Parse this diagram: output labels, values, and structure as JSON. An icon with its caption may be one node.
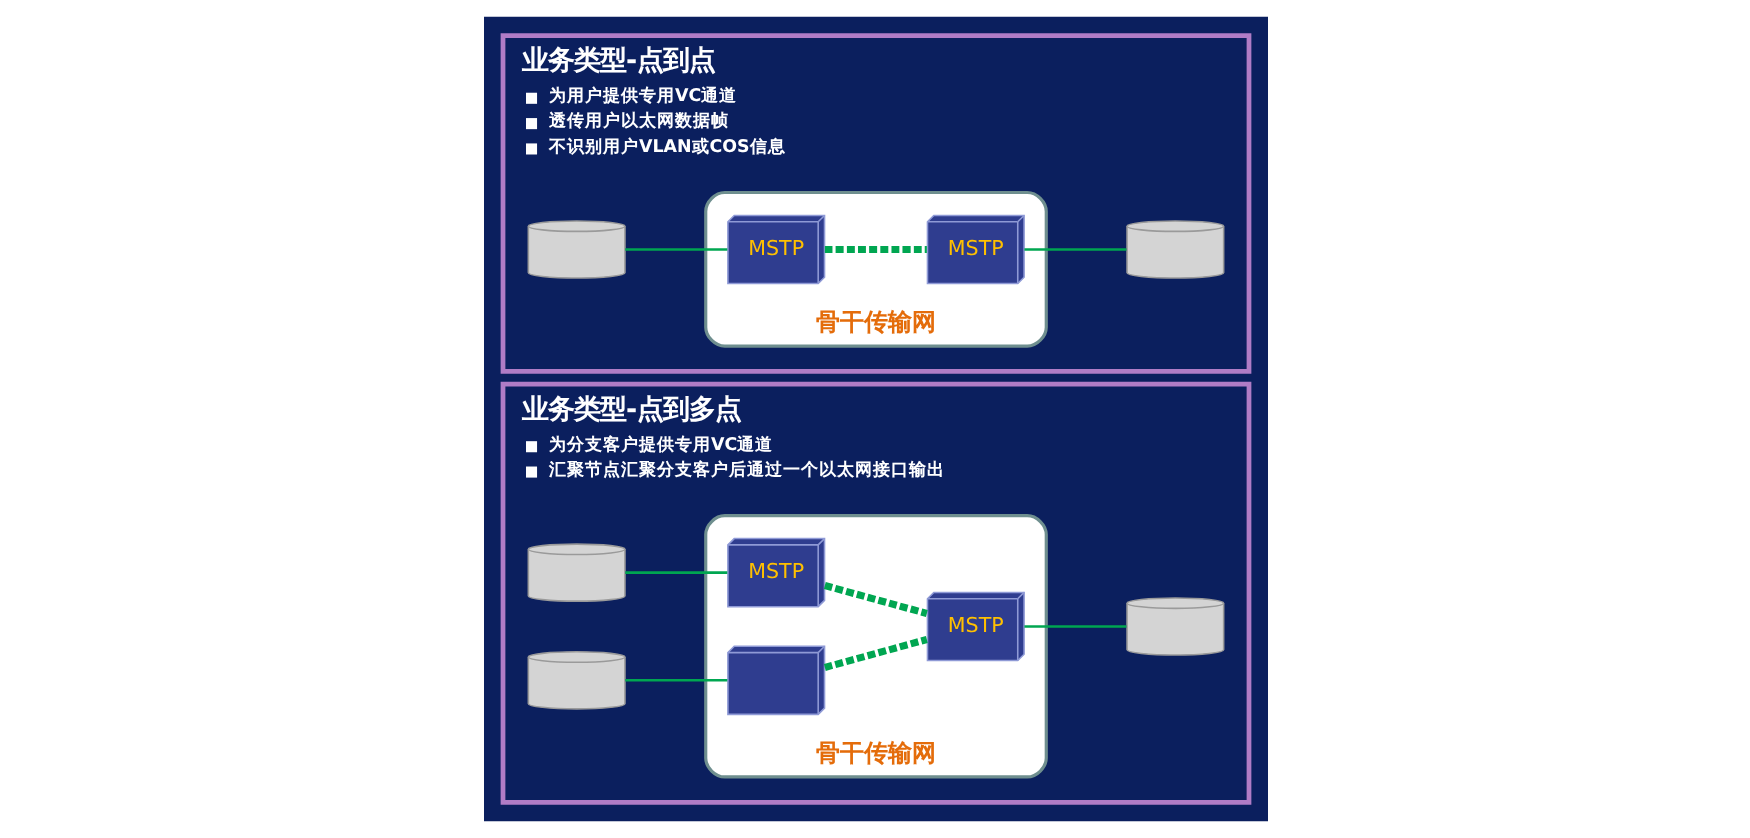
{
  "diagram": {
    "nodes": [
      {
        "text": [
          "业务类型-点到点",
          "为用户提供专用VC通道",
          "透传用户以太网数据帧",
          "不识别用户VLAN或COS信息"
        ]
      },
      {
        "text": [],
        "shape": "cylinder",
        "in": 0
      },
      {
        "text": [
          "骨干传输网"
        ],
        "in": 0
      },
      {
        "text": [
          "MSTP"
        ],
        "in": 2
      },
      {
        "text": [
          "MSTP"
        ],
        "in": 2
      },
      {
        "text": [],
        "shape": "cylinder",
        "in": 0
      },
      {
        "text": [
          "业务类型-点到多点",
          "为分支客户提供专用VC通道",
          "汇聚节点汇聚分支客户后通过一个以太网接口输出"
        ]
      },
      {
        "text": [],
        "shape": "cylinder",
        "in": 6
      },
      {
        "text": [],
        "shape": "cylinder",
        "in": 6
      },
      {
        "text": [
          "骨干传输网"
        ],
        "in": 6
      },
      {
        "text": [
          "MSTP"
        ],
        "in": 9
      },
      {
        "text": [],
        "shape": "box",
        "in": 9
      },
      {
        "text": [
          "MSTP"
        ],
        "in": 9
      },
      {
        "text": [],
        "shape": "cylinder",
        "in": 6
      }
    ],
    "edges": [
      {
        "from": 1,
        "to": 3,
        "arrow": "none"
      },
      {
        "from": 3,
        "to": 4,
        "arrow": "none",
        "style": "dashed"
      },
      {
        "from": 4,
        "to": 5,
        "arrow": "none"
      },
      {
        "from": 7,
        "to": 10,
        "arrow": "none"
      },
      {
        "from": 8,
        "to": 11,
        "arrow": "none"
      },
      {
        "from": 10,
        "to": 12,
        "arrow": "none",
        "style": "dashed"
      },
      {
        "from": 11,
        "to": 12,
        "arrow": "none",
        "style": "dashed"
      },
      {
        "from": 12,
        "to": 13,
        "arrow": "none"
      }
    ]
  }
}
